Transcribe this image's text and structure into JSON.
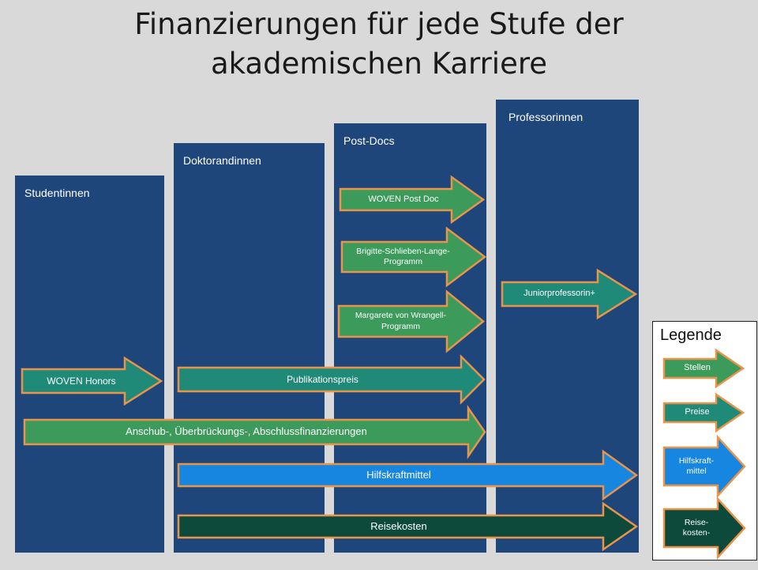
{
  "title": {
    "line1": "Finanzierungen für jede Stufe der",
    "line2": "akademischen Karriere"
  },
  "columns": [
    {
      "label": "Studentinnen"
    },
    {
      "label": "Doktorandinnen"
    },
    {
      "label": "Post-Docs"
    },
    {
      "label": "Professorinnen"
    }
  ],
  "arrows": {
    "woven_post_doc": "WOVEN Post Doc",
    "schlieben_line1": "Brigitte-Schlieben-Lange-",
    "schlieben_line2": "Programm",
    "wrangell_line1": "Margarete von Wrangell-",
    "wrangell_line2": "Programm",
    "juniorprof": "Juniorprofessorin+",
    "woven_honors": "WOVEN Honors",
    "publikationspreis": "Publikationspreis",
    "anschub": "Anschub-, Überbrückungs-, Abschlussfinanzierungen",
    "hilfskraftmittel": "Hilfskraftmittel",
    "reisekosten": "Reisekosten"
  },
  "legend": {
    "title": "Legende",
    "stellen": "Stellen",
    "preise": "Preise",
    "hilfskraft_line1": "Hilfskraft-",
    "hilfskraft_line2": "mittel",
    "reise_line1": "Reise-",
    "reise_line2": "kosten-"
  },
  "colors": {
    "background": "#d9d9d9",
    "column": "#1f467a",
    "stellen": "#3c9a5a",
    "preise": "#1f8a78",
    "hilfskraft": "#1686e0",
    "reisekosten": "#0d4a3c",
    "outline": "#e8944a"
  }
}
